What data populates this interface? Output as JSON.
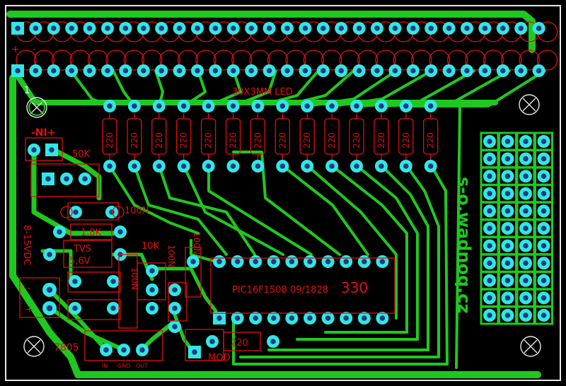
{
  "labels": {
    "led_array": "30X3MM LED",
    "pin1": "1",
    "plus": "+",
    "minus": "-",
    "input_polarity": "-NI+",
    "pot": "50K",
    "cap_100n": "100N",
    "res_1k8": "1,8K",
    "tvs": "TVS",
    "tvs_value": "5,6V",
    "voltage": "8-15VDC",
    "volt_plus": "+",
    "volt_minus": "-",
    "res_10k": "10K",
    "cap_100n_v1": "100N",
    "cap_100n_v2": "100N",
    "cap_100n_v3": "100N",
    "mcu": "PIC16F1508 09/1828",
    "mcu_value": "330",
    "regulator": "7805",
    "reg_in": "IN",
    "reg_gnd": "GND",
    "reg_out": "OUT",
    "res_220": "220",
    "mod": "MOD",
    "resistor_value": "220",
    "signature": "s-o.wadnoq.cz"
  },
  "colors": {
    "copper": "#1fc81f",
    "pad": "#33e6e6",
    "silkscreen": "#e01010",
    "outline": "#e8e8e8",
    "background": "#000000"
  }
}
